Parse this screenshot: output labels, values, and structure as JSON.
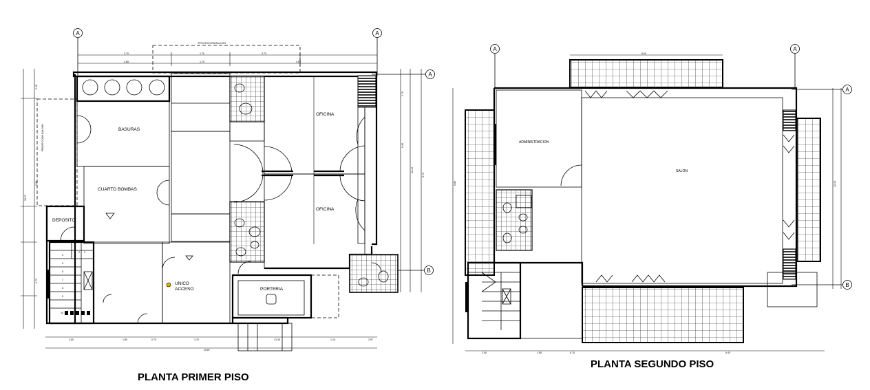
{
  "floor_plans": [
    {
      "title": "PLANTA PRIMER PISO",
      "rooms": {
        "basuras": "BASURAS",
        "cuarto_bombas": "CUARTO BOMBAS",
        "deposito": "DEPOSITO",
        "oficina_upper": "OFICINA",
        "oficina_lower": "OFICINA",
        "unico_acceso_1": "UNICO",
        "unico_acceso_2": "ACCESO",
        "porteria": "PORTERIA"
      },
      "annotations": {
        "proyeccion_balcon": "PROYECCION BALCON",
        "proyeccion_balcon_side": "PROYECCION BALCON"
      },
      "axis_labels": [
        "A",
        "A",
        "A",
        "B"
      ],
      "stair_steps": [
        "1",
        "2",
        "3",
        "4",
        "5",
        "6",
        "7",
        "8",
        "9",
        "10"
      ]
    },
    {
      "title": "PLANTA SEGUNDO PISO",
      "rooms": {
        "administracion": "ADMINISTRACION",
        "salon": "SALON"
      },
      "axis_labels": [
        "A",
        "A",
        "A",
        "B"
      ]
    }
  ]
}
